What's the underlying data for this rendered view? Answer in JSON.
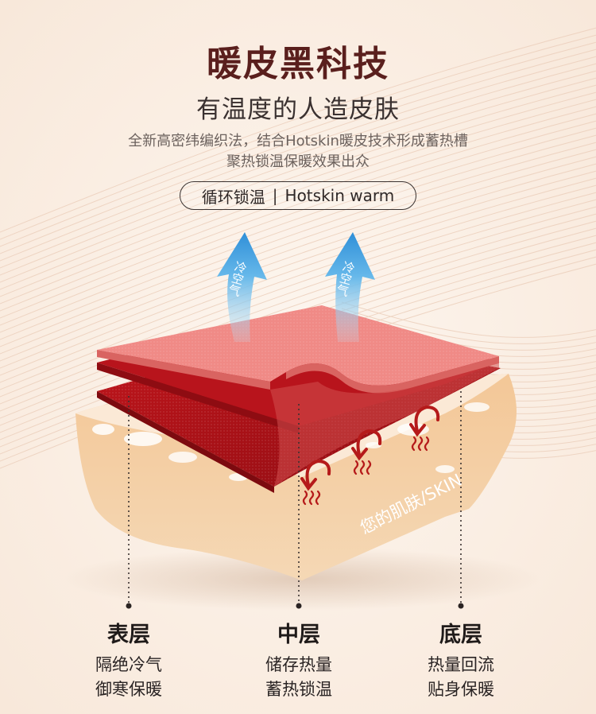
{
  "header": {
    "title": "暖皮黑科技",
    "subtitle": "有温度的人造皮肤",
    "description_line1": "全新高密纬编织法，结合Hotskin暖皮技术形成蓄热槽",
    "description_line2": "聚热锁温保暖效果出众"
  },
  "tag": {
    "cn": "循环锁温",
    "en": "Hotskin warm"
  },
  "illustration": {
    "cold_air_label_1": "冷空气",
    "cold_air_label_2": "冷空气",
    "skin_label": "您的肌肤/SKIN",
    "colors": {
      "top_layer": "#ee7f7d",
      "mid_layer": "#b3141c",
      "skin": "#f3c89a",
      "arrow_blue": "#3b9de0",
      "heat_red": "#b51a1a"
    }
  },
  "layers": [
    {
      "name": "表层",
      "line1": "隔绝冷气",
      "line2": "御寒保暖"
    },
    {
      "name": "中层",
      "line1": "储存热量",
      "line2": "蓄热锁温"
    },
    {
      "name": "底层",
      "line1": "热量回流",
      "line2": "贴身保暖"
    }
  ]
}
